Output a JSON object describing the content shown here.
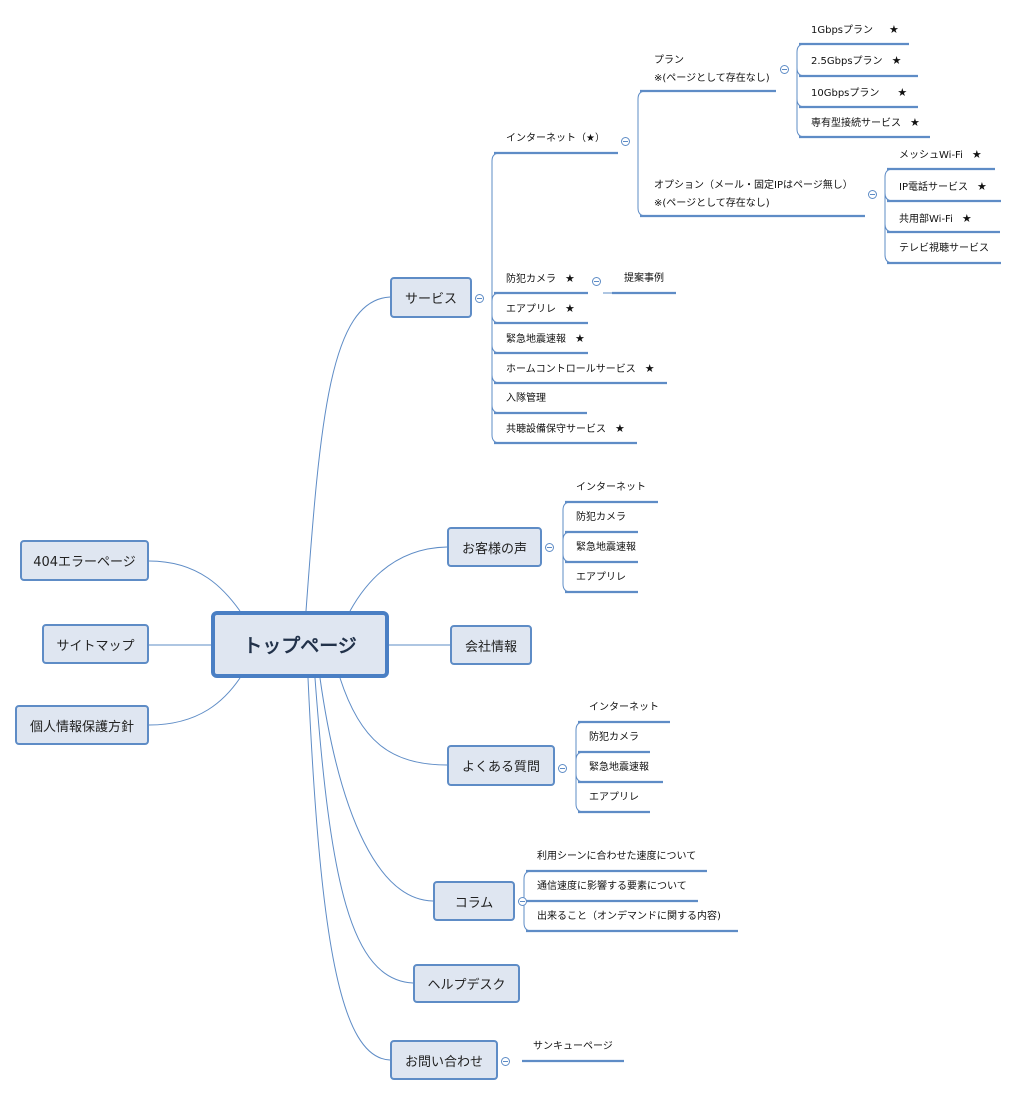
{
  "root": {
    "label": "トップページ"
  },
  "left": [
    {
      "label": "404エラーページ"
    },
    {
      "label": "サイトマップ"
    },
    {
      "label": "個人情報保護方針"
    }
  ],
  "service": {
    "label": "サービス",
    "internet": {
      "label": "インターネット（★）",
      "plan": {
        "line1": "プラン",
        "line2": "※(ページとして存在なし)",
        "items": [
          "1Gbpsプラン",
          "2.5Gbpsプラン",
          "10Gbpsプラン",
          "専有型接続サービス"
        ]
      },
      "option": {
        "line1": "オプション（メール・固定IPはページ無し）",
        "line2": "※(ページとして存在なし)",
        "items": [
          "メッシュWi-Fi",
          "IP電話サービス",
          "共用部Wi-Fi",
          "テレビ視聴サービス"
        ]
      }
    },
    "items": [
      "防犯カメラ",
      "エアプリレ",
      "緊急地震速報",
      "ホームコントロールサービス",
      "入隊管理",
      "共聴設備保守サービス"
    ],
    "camera_child": "提案事例"
  },
  "voice": {
    "label": "お客様の声",
    "items": [
      "インターネット",
      "防犯カメラ",
      "緊急地震速報",
      "エアプリレ"
    ]
  },
  "company": {
    "label": "会社情報"
  },
  "faq": {
    "label": "よくある質問",
    "items": [
      "インターネット",
      "防犯カメラ",
      "緊急地震速報",
      "エアプリレ"
    ]
  },
  "column": {
    "label": "コラム",
    "items": [
      "利用シーンに合わせた速度について",
      "通信速度に影響する要素について",
      "出来ること（オンデマンドに関する内容)"
    ]
  },
  "helpdesk": {
    "label": "ヘルプデスク"
  },
  "contact": {
    "label": "お問い合わせ",
    "items": [
      "サンキューページ"
    ]
  },
  "star": "★"
}
